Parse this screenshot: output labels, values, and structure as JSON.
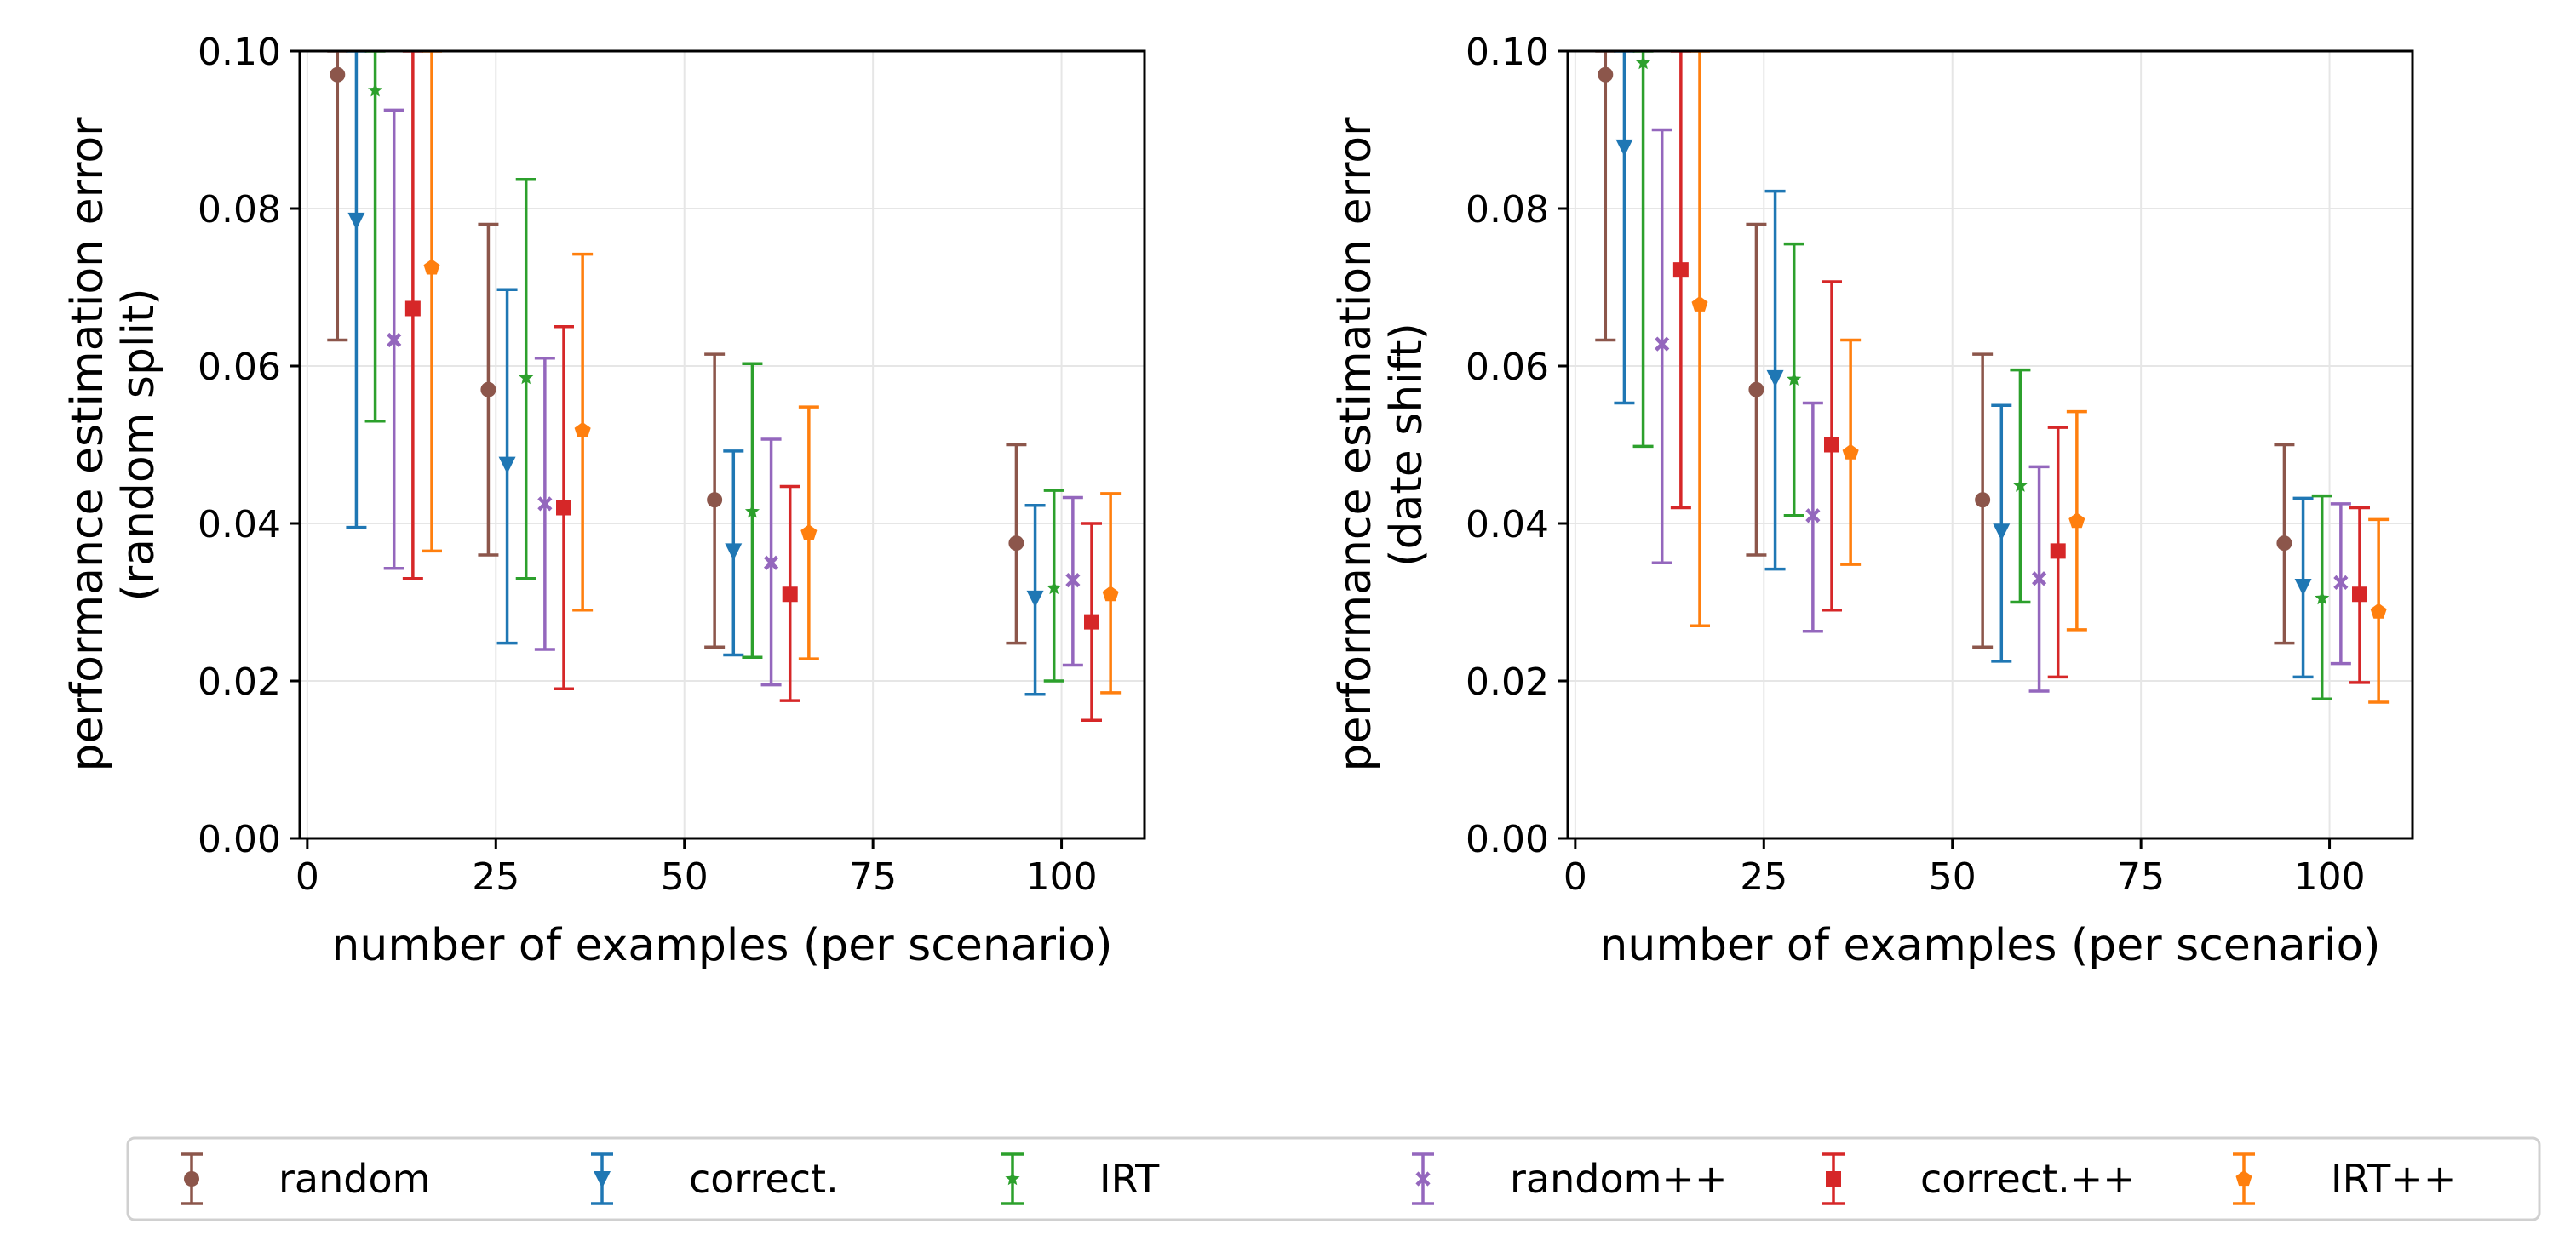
{
  "chart_data": [
    {
      "type": "errorbar",
      "xlabel": "number of examples (per scenario)",
      "ylabel": [
        "performance estimation error",
        "(random split)"
      ],
      "xlim": [
        -1,
        111
      ],
      "ylim": [
        0,
        0.1
      ],
      "xticks": [
        0,
        25,
        50,
        75,
        100
      ],
      "yticks": [
        0.0,
        0.02,
        0.04,
        0.06,
        0.08,
        0.1
      ],
      "ytick_labels": [
        "0.00",
        "0.02",
        "0.04",
        "0.06",
        "0.08",
        "0.10"
      ],
      "grid": true,
      "series": [
        {
          "name": "random",
          "x": [
            4,
            24,
            54,
            94
          ],
          "y": [
            0.097,
            0.057,
            0.043,
            0.0375
          ],
          "low": [
            0.0633,
            0.036,
            0.0243,
            0.0248
          ],
          "high": [
            0.1,
            0.078,
            0.0615,
            0.05
          ]
        },
        {
          "name": "correct.",
          "x": [
            6.5,
            26.5,
            56.5,
            96.5
          ],
          "y": [
            0.0785,
            0.0475,
            0.0365,
            0.0305
          ],
          "low": [
            0.0395,
            0.0248,
            0.0233,
            0.0183
          ],
          "high": [
            0.1,
            0.0697,
            0.0492,
            0.0423
          ]
        },
        {
          "name": "IRT",
          "x": [
            9,
            29,
            59,
            99
          ],
          "y": [
            0.095,
            0.0585,
            0.0415,
            0.0318
          ],
          "low": [
            0.053,
            0.033,
            0.023,
            0.02
          ],
          "high": [
            0.1,
            0.0837,
            0.0603,
            0.0442
          ]
        },
        {
          "name": "random++",
          "x": [
            11.5,
            31.5,
            61.5,
            101.5
          ],
          "y": [
            0.0633,
            0.0425,
            0.035,
            0.0328
          ],
          "low": [
            0.0343,
            0.024,
            0.0195,
            0.022
          ],
          "high": [
            0.0925,
            0.061,
            0.0507,
            0.0433
          ]
        },
        {
          "name": "correct.++",
          "x": [
            14,
            34,
            64,
            104
          ],
          "y": [
            0.0673,
            0.042,
            0.031,
            0.0275
          ],
          "low": [
            0.033,
            0.019,
            0.0175,
            0.015
          ],
          "high": [
            0.1,
            0.065,
            0.0447,
            0.04
          ]
        },
        {
          "name": "IRT++",
          "x": [
            16.5,
            36.5,
            66.5,
            106.5
          ],
          "y": [
            0.0725,
            0.0518,
            0.0388,
            0.031
          ],
          "low": [
            0.0365,
            0.029,
            0.0228,
            0.0185
          ],
          "high": [
            0.1,
            0.0742,
            0.0548,
            0.0438
          ]
        }
      ]
    },
    {
      "type": "errorbar",
      "xlabel": "number of examples (per scenario)",
      "ylabel": [
        "performance estimation error",
        "(date shift)"
      ],
      "xlim": [
        -1,
        111
      ],
      "ylim": [
        0,
        0.1
      ],
      "xticks": [
        0,
        25,
        50,
        75,
        100
      ],
      "yticks": [
        0.0,
        0.02,
        0.04,
        0.06,
        0.08,
        0.1
      ],
      "ytick_labels": [
        "0.00",
        "0.02",
        "0.04",
        "0.06",
        "0.08",
        "0.10"
      ],
      "grid": true,
      "series": [
        {
          "name": "random",
          "x": [
            4,
            24,
            54,
            94
          ],
          "y": [
            0.097,
            0.057,
            0.043,
            0.0375
          ],
          "low": [
            0.0633,
            0.036,
            0.0243,
            0.0248
          ],
          "high": [
            0.1,
            0.078,
            0.0615,
            0.05
          ]
        },
        {
          "name": "correct.",
          "x": [
            6.5,
            26.5,
            56.5,
            96.5
          ],
          "y": [
            0.0878,
            0.0585,
            0.039,
            0.032
          ],
          "low": [
            0.0553,
            0.0342,
            0.0225,
            0.0205
          ],
          "high": [
            0.1,
            0.0822,
            0.055,
            0.0432
          ]
        },
        {
          "name": "IRT",
          "x": [
            9,
            29,
            59,
            99
          ],
          "y": [
            0.0985,
            0.0583,
            0.0448,
            0.0305
          ],
          "low": [
            0.0498,
            0.041,
            0.03,
            0.0177
          ],
          "high": [
            0.1,
            0.0755,
            0.0595,
            0.0435
          ]
        },
        {
          "name": "random++",
          "x": [
            11.5,
            31.5,
            61.5,
            101.5
          ],
          "y": [
            0.0628,
            0.041,
            0.033,
            0.0325
          ],
          "low": [
            0.035,
            0.0263,
            0.0187,
            0.0222
          ],
          "high": [
            0.09,
            0.0553,
            0.0472,
            0.0425
          ]
        },
        {
          "name": "correct.++",
          "x": [
            14,
            34,
            64,
            104
          ],
          "y": [
            0.0722,
            0.05,
            0.0365,
            0.031
          ],
          "low": [
            0.042,
            0.029,
            0.0205,
            0.0198
          ],
          "high": [
            0.1,
            0.0707,
            0.0522,
            0.042
          ]
        },
        {
          "name": "IRT++",
          "x": [
            16.5,
            36.5,
            66.5,
            106.5
          ],
          "y": [
            0.0678,
            0.049,
            0.0403,
            0.0288
          ],
          "low": [
            0.027,
            0.0348,
            0.0265,
            0.0173
          ],
          "high": [
            0.1,
            0.0633,
            0.0542,
            0.0405
          ]
        }
      ]
    }
  ],
  "legend": {
    "placement": "bottom-center",
    "items": [
      {
        "label": "random",
        "color": "#8c564b",
        "marker": "circle"
      },
      {
        "label": "correct.",
        "color": "#1f77b4",
        "marker": "triangle-down"
      },
      {
        "label": "IRT",
        "color": "#2ca02c",
        "marker": "star"
      },
      {
        "label": "random++",
        "color": "#9467bd",
        "marker": "x"
      },
      {
        "label": "correct.++",
        "color": "#d62728",
        "marker": "square"
      },
      {
        "label": "IRT++",
        "color": "#ff7f0e",
        "marker": "pentagon"
      }
    ]
  }
}
